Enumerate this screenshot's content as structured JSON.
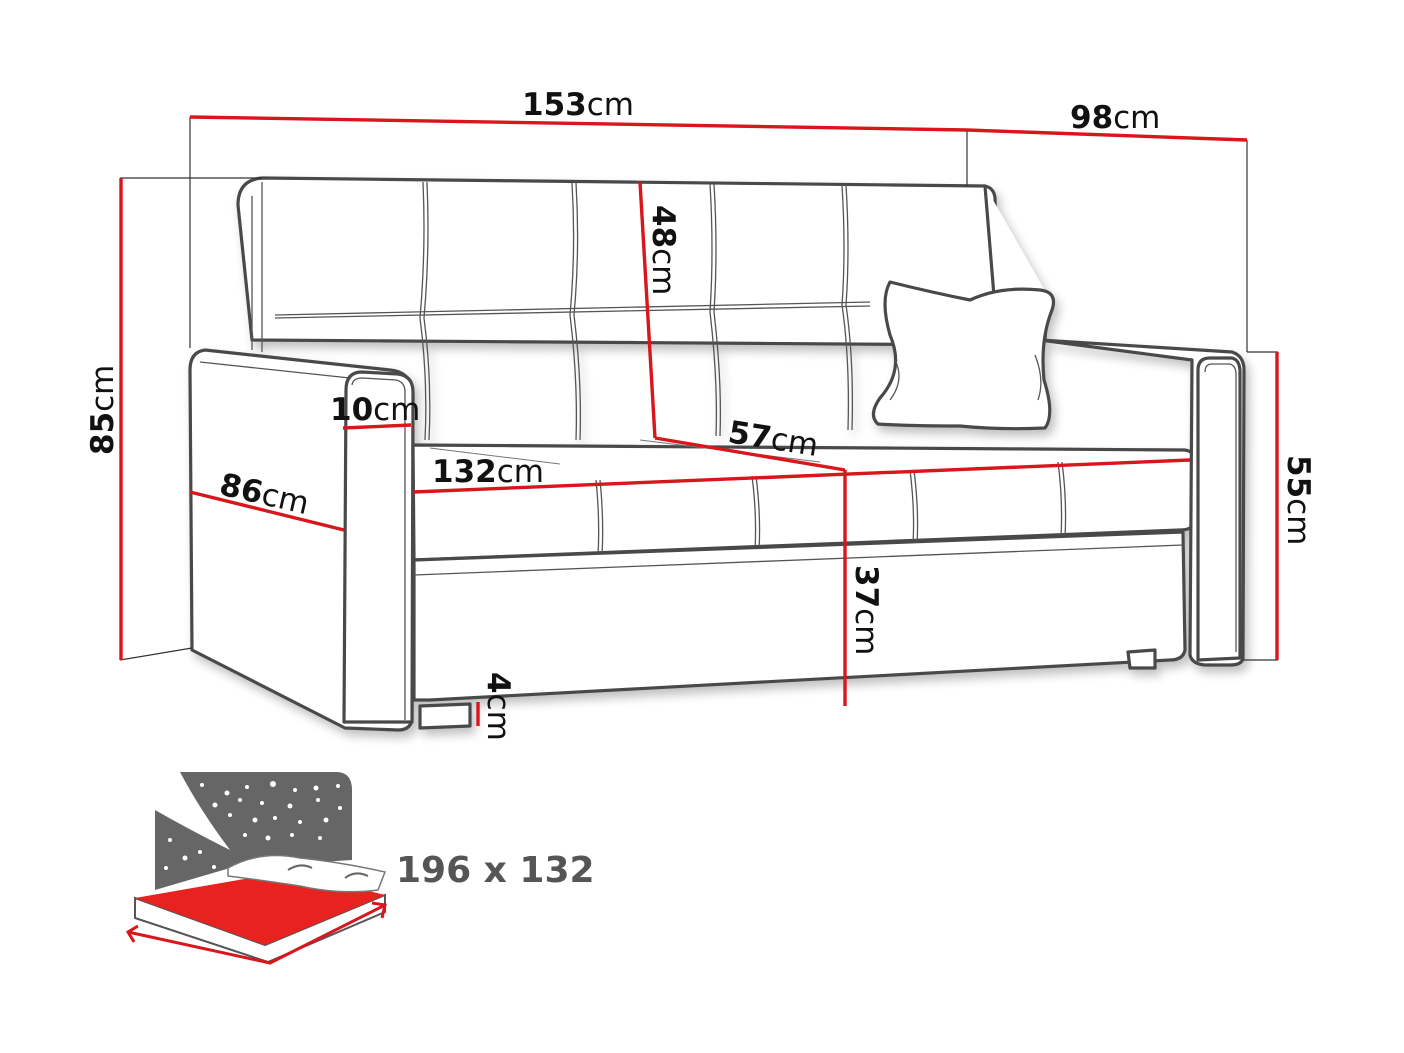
{
  "diagram": {
    "subject": "Sofa bed dimensions",
    "unit": "cm",
    "accent_color": "#d8161b",
    "outline_color": "#4a4a4a",
    "dimensions": {
      "total_width": {
        "value": "153",
        "unit": "cm"
      },
      "depth": {
        "value": "98",
        "unit": "cm"
      },
      "total_height": {
        "value": "85",
        "unit": "cm"
      },
      "backrest_height": {
        "value": "48",
        "unit": "cm"
      },
      "armrest_width": {
        "value": "10",
        "unit": "cm"
      },
      "armrest_depth": {
        "value": "86",
        "unit": "cm"
      },
      "seat_width": {
        "value": "132",
        "unit": "cm"
      },
      "seat_depth": {
        "value": "57",
        "unit": "cm"
      },
      "armrest_height": {
        "value": "55",
        "unit": "cm"
      },
      "seat_height": {
        "value": "37",
        "unit": "cm"
      },
      "leg_height": {
        "value": "4",
        "unit": "cm"
      }
    },
    "sleeping_area": {
      "icon": "bed-night-icon",
      "label": "196 x 132"
    }
  }
}
